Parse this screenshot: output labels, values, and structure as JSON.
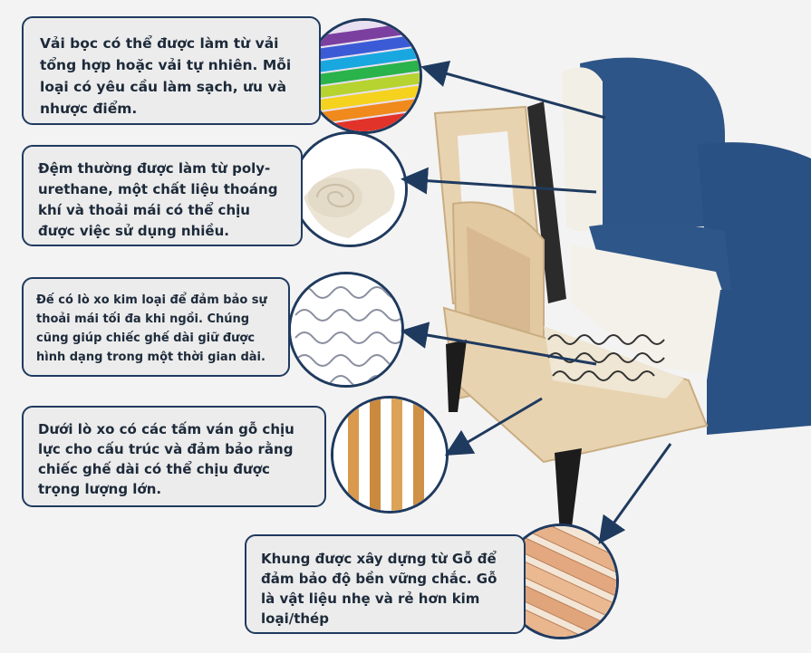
{
  "callouts": {
    "fabric": "Vải bọc có thể được làm từ vải tổng hợp hoặc vải tự nhiên. Mỗi loại có yêu cầu làm sạch, ưu và nhược điểm.",
    "foam": "Đệm thường được làm từ poly-urethane, một chất liệu thoáng khí và thoải mái có thể chịu được việc sử dụng nhiều.",
    "springs": "Đế có lò xo kim loại để đảm bảo sự thoải mái tối đa khi ngồi. Chúng cũng giúp chiếc ghế dài giữ được hình dạng trong một thời gian dài.",
    "slats": "Dưới lò xo có các tấm ván gỗ chịu lực cho cấu trúc và đảm bảo rằng chiếc ghế dài có thể chịu được trọng lượng lớn.",
    "frame": "Khung được xây dựng từ Gỗ để đảm bảo độ bền vững chắc. Gỗ là vật liệu nhẹ và rẻ hơn kim loại/thép"
  },
  "colors": {
    "border": "#1f3a5f",
    "upholstery": "#2d5588",
    "wood": "#e8d3b0",
    "foam": "#f2efe6"
  },
  "icons": [
    "fabric-swatch-icon",
    "foam-roll-icon",
    "spring-pattern-icon",
    "wood-slats-icon",
    "wood-planks-icon"
  ]
}
